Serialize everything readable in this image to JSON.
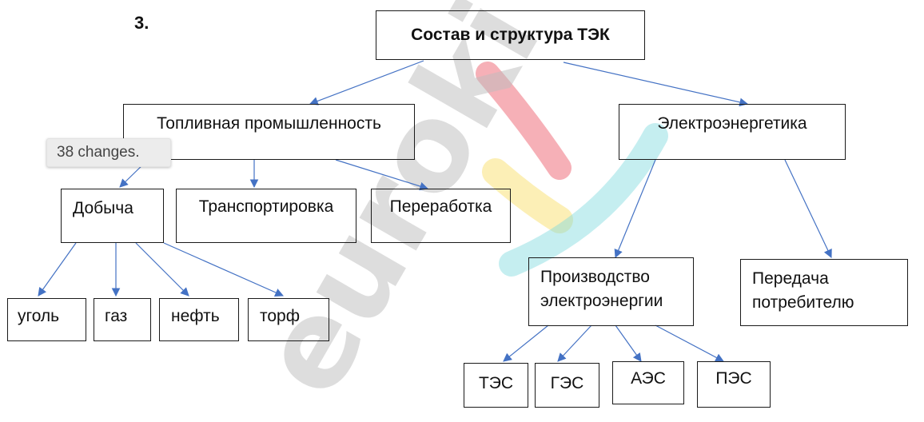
{
  "task_number": "3.",
  "tooltip": {
    "text": "38 changes."
  },
  "watermark": {
    "text": "euroki"
  },
  "colors": {
    "arrow": "#4472c4",
    "border": "#1a1a1a",
    "watermark_red": "#ef6f7c",
    "watermark_yellow": "#f9e27a",
    "watermark_teal": "#7fdadd",
    "watermark_gray": "#bdbdbd"
  },
  "nodes": {
    "root": "Состав и структура ТЭК",
    "fuel_industry": "Топливная промышленность",
    "electric_power": "Электроэнергетика",
    "extraction": "Добыча",
    "transportation": "Транспортировка",
    "processing": "Переработка",
    "coal": "уголь",
    "gas": "газ",
    "oil": "нефть",
    "peat": "торф",
    "power_production": "Производство электроэнергии",
    "delivery": "Передача потребителю",
    "tes": "ТЭС",
    "ges": "ГЭС",
    "aes": "АЭС",
    "pes": "ПЭС"
  }
}
